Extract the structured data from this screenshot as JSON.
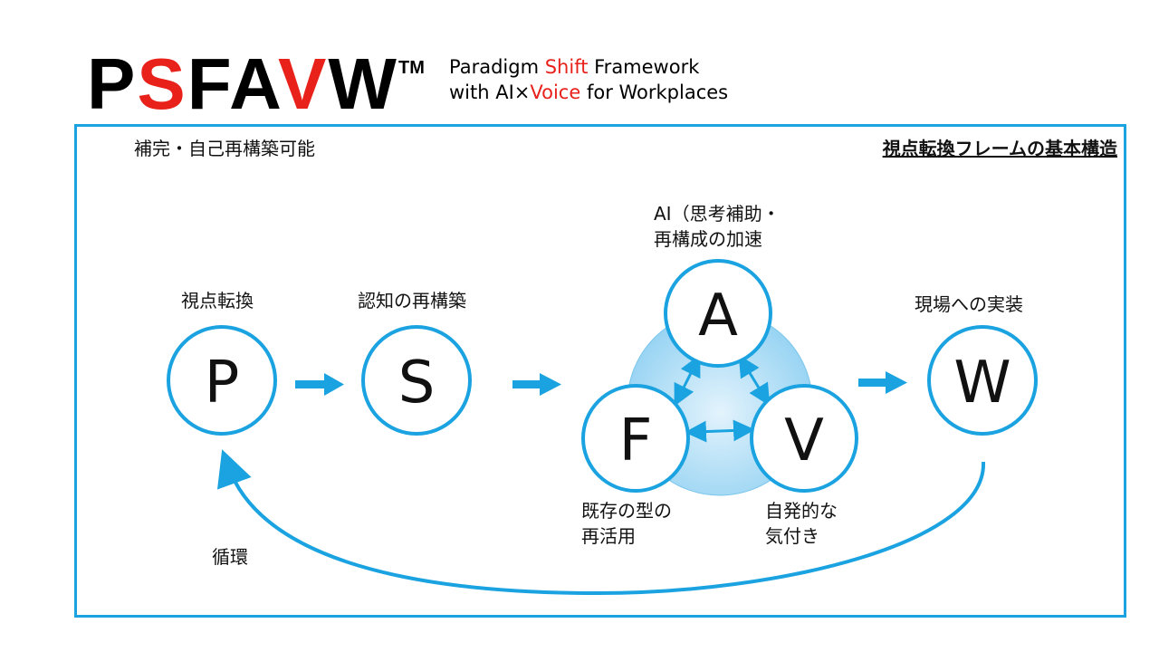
{
  "logo": {
    "prefix": "P",
    "s": "S",
    "fa": "FA",
    "v": "V",
    "w": "W",
    "tm": "TM"
  },
  "tagline": {
    "line1_a": "Paradigm ",
    "line1_b": "Shift",
    "line1_c": " Framework",
    "line2_a": "with AI×",
    "line2_b": "Voice",
    "line2_c": " for Workplaces"
  },
  "heading": "視点転換フレームの基本構造",
  "note_top_left": "補完・自己再構築可能",
  "nodes": {
    "P": {
      "letter": "P",
      "label": "視点転換"
    },
    "S": {
      "letter": "S",
      "label": "認知の再構築"
    },
    "A": {
      "letter": "A",
      "label_line1": "AI（思考補助・",
      "label_line2": "再構成の加速"
    },
    "F": {
      "letter": "F",
      "label_line1": "既存の型の",
      "label_line2": "再活用"
    },
    "V": {
      "letter": "V",
      "label_line1": "自発的な",
      "label_line2": "気付き"
    },
    "W": {
      "letter": "W",
      "label": "現場への実装"
    }
  },
  "loop_label": "循環",
  "colors": {
    "accent": "#1aa3e0",
    "red": "#e8211b"
  }
}
